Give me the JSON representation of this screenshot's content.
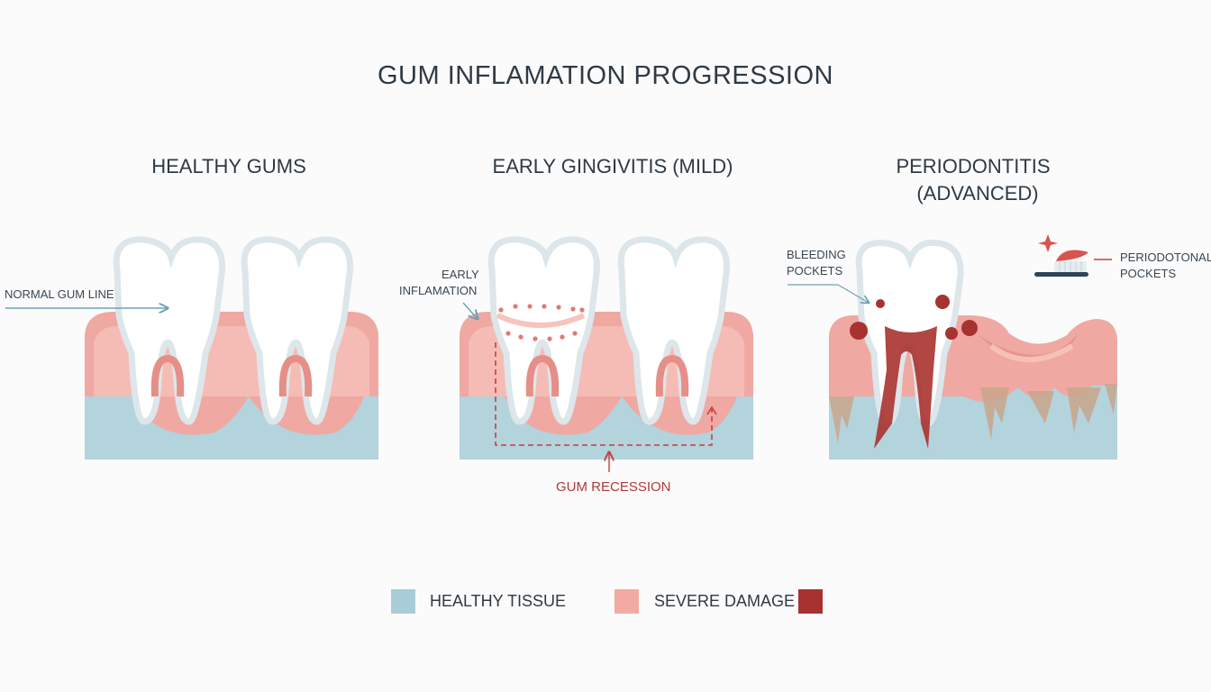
{
  "title": "GUM INFLAMATION PROGRESSION",
  "panels": [
    {
      "title": "HEALTHY GUMS"
    },
    {
      "title": "EARLY GINGIVITIS (MILD)"
    },
    {
      "title_line1": "PERIODONTITIS",
      "title_line2": "(ADVANCED)"
    }
  ],
  "callouts": {
    "normal_gum_line": "NORMAL GUM LINE",
    "early_inflammation_line1": "EARLY",
    "early_inflammation_line2": "INFLAMATION",
    "gum_recession": "GUM RECESSION",
    "bleeding_pockets_line1": "BLEEDING",
    "bleeding_pockets_line2": "POCKETS",
    "periodontal_pockets_line1": "PERIODOTONAL",
    "periodontal_pockets_line2": "POCKETS"
  },
  "legend": [
    {
      "label": "HEALTHY TISSUE",
      "color": "#a9cdd8"
    },
    {
      "label": "SEVERE DAMAGE",
      "color": "#f2aaa3",
      "marker_color": "#a8322f"
    }
  ],
  "colors": {
    "bone": "#b3d3dd",
    "gum": "#f0a8a2",
    "gum_light": "#f6c4bd",
    "gum_dark": "#e58f88",
    "tooth": "#ffffff",
    "tooth_outline": "#dde6ea",
    "damage": "#a8322f",
    "arrow_blue": "#6aa3b4",
    "arrow_red": "#c8403c"
  }
}
